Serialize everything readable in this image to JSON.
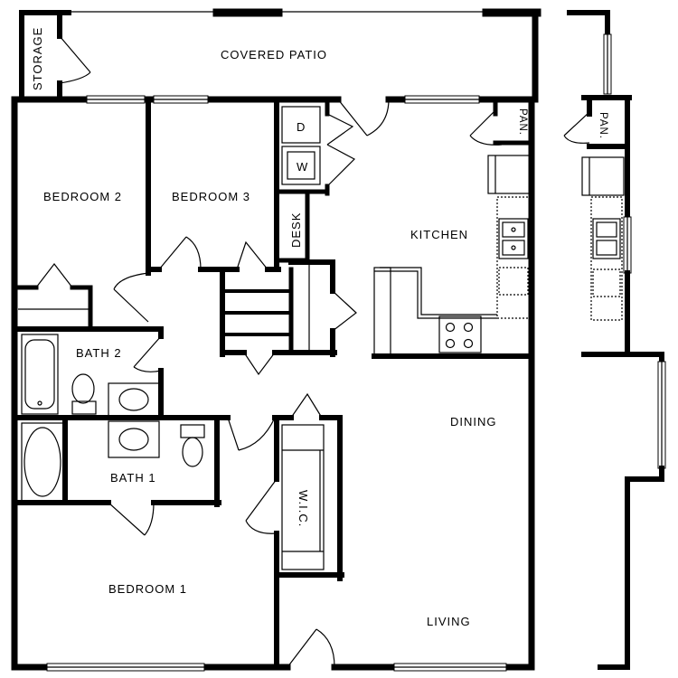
{
  "rooms": {
    "storage": "STORAGE",
    "covered_patio": "COVERED PATIO",
    "pantry_main": "PAN.",
    "pantry_alt": "PAN.",
    "dryer": "D",
    "washer": "W",
    "bedroom_2": "BEDROOM 2",
    "bedroom_3": "BEDROOM 3",
    "desk": "DESK",
    "kitchen": "KITCHEN",
    "bath_2": "BATH 2",
    "bath_1": "BATH 1",
    "dining": "DINING",
    "wic": "W.I.C.",
    "bedroom_1": "BEDROOM 1",
    "living": "LIVING"
  }
}
